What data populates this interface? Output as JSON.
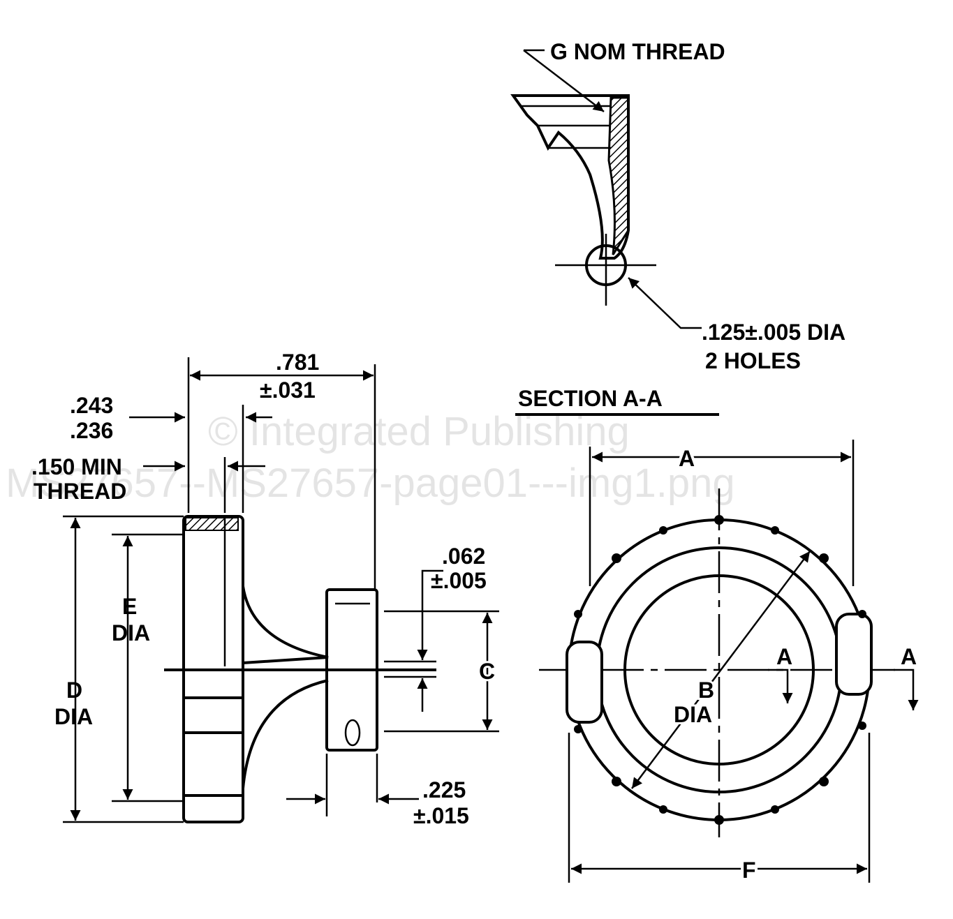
{
  "labels": {
    "g_nom_thread": "G NOM THREAD",
    "hole_dia": ".125±.005 DIA",
    "hole_count": "2 HOLES",
    "section_title": "SECTION A-A",
    "dim_781": ".781",
    "tol_031": "±.031",
    "dim_243": ".243",
    "dim_236": ".236",
    "dim_150": ".150 MIN",
    "thread": "THREAD",
    "e": "E",
    "e_dia": "DIA",
    "d": "D",
    "d_dia": "DIA",
    "dim_062": ".062",
    "tol_005": "±.005",
    "c": "C",
    "dim_225": ".225",
    "tol_015": "±.015",
    "a": "A",
    "b": "B",
    "b_dia": "DIA",
    "f": "F",
    "section_mark_left": "A",
    "section_mark_right": "A"
  },
  "watermark": {
    "line1": "© Integrated Publishing",
    "line2": "MS27657--MS27657-page01---img1.png"
  }
}
